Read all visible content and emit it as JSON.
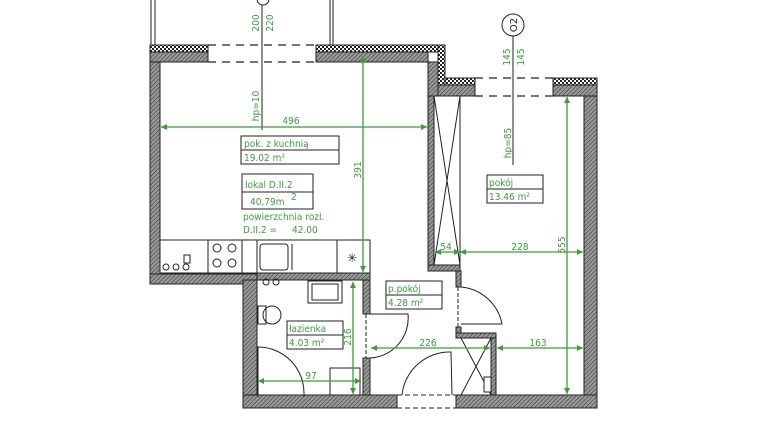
{
  "rooms": {
    "living_kitchen": {
      "name": "pok. z kuchnią",
      "area": "19.02  m²"
    },
    "unit": {
      "name": "lokal D.II.2",
      "area": "40,79m",
      "area_sup": "2",
      "usable_label": "powierzchnia rozl.",
      "usable_key": "D.II.2 =",
      "usable_value": "42.00"
    },
    "room": {
      "name": "pokój",
      "area": "13.46  m²"
    },
    "hall": {
      "name": "p.pokój",
      "area": "4.28  m²"
    },
    "bathroom": {
      "name": "łazienka",
      "area": "4.03  m²"
    }
  },
  "dimensions": {
    "living_width": "496",
    "living_depth": "391",
    "closet_width": "54",
    "room_width": "228",
    "room_depth": "555",
    "bath_depth": "216",
    "hall_width": "226",
    "room_lower_width": "163",
    "bath_width": "97"
  },
  "windows": {
    "w1_width": "200",
    "w1_height": "220",
    "w1_sill": "hp=10",
    "w2_width": "145",
    "w2_height": "145",
    "w2_sill": "hp=85",
    "axis_label": "O2"
  },
  "colors": {
    "dimension": "#3a9e3a",
    "wall": "#555555"
  }
}
